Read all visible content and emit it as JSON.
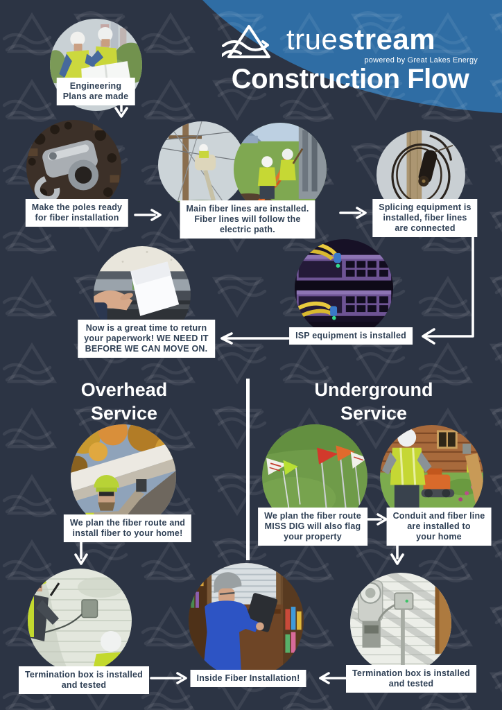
{
  "header": {
    "brand": {
      "name_light": "true",
      "name_bold": "stream",
      "tagline": "powered by Great Lakes Energy"
    },
    "title": "Construction Flow"
  },
  "colors": {
    "background": "#2c3444",
    "header_blue": "#2f6da4",
    "label_bg": "#ffffff",
    "label_text": "#2e3f54",
    "arrow": "#ffffff"
  },
  "main_flow": {
    "engineering": {
      "label": "Engineering\nPlans are made",
      "photo": "engineers-reviewing-plans"
    },
    "poles": {
      "label": "Make the poles ready\nfor fiber installation",
      "photo": "pole-hardware-closeup"
    },
    "main_lines": {
      "label": "Main fiber lines are installed.\nFiber lines will follow the\nelectric path.",
      "photo_left": "bucket-truck-lineman",
      "photo_right": "crew-laying-fiber"
    },
    "splicing": {
      "label": "Splicing equipment is\ninstalled, fiber lines\nare connected",
      "photo": "splice-enclosure-on-pole"
    },
    "isp": {
      "label": "ISP equipment is installed",
      "photo": "isp-network-switch"
    },
    "paperwork": {
      "label": "Now is a great time to return\nyour paperwork! WE NEED IT\nBEFORE WE CAN MOVE ON.",
      "photo": "returning-paperwork-mailbox"
    }
  },
  "overhead": {
    "heading": "Overhead\nService",
    "plan": {
      "label": "We plan the fiber route and\ninstall fiber to your home!",
      "photo": "lineman-installing-at-home"
    },
    "termination": {
      "label": "Termination box is installed\nand tested",
      "photo": "crew-installing-termination-box"
    }
  },
  "underground": {
    "heading": "Underground\nService",
    "plan": {
      "label": "We plan the fiber route\nMISS DIG will also flag\nyour property",
      "photo": "utility-locate-flags"
    },
    "conduit": {
      "label": "Conduit and fiber line\nare installed to\nyour home",
      "photo": "directional-boring-at-home"
    },
    "termination": {
      "label": "Termination box is installed\nand tested",
      "photo": "termination-box-by-meter"
    }
  },
  "finale": {
    "label": "Inside Fiber Installation!",
    "photo": "technician-inside-home"
  }
}
